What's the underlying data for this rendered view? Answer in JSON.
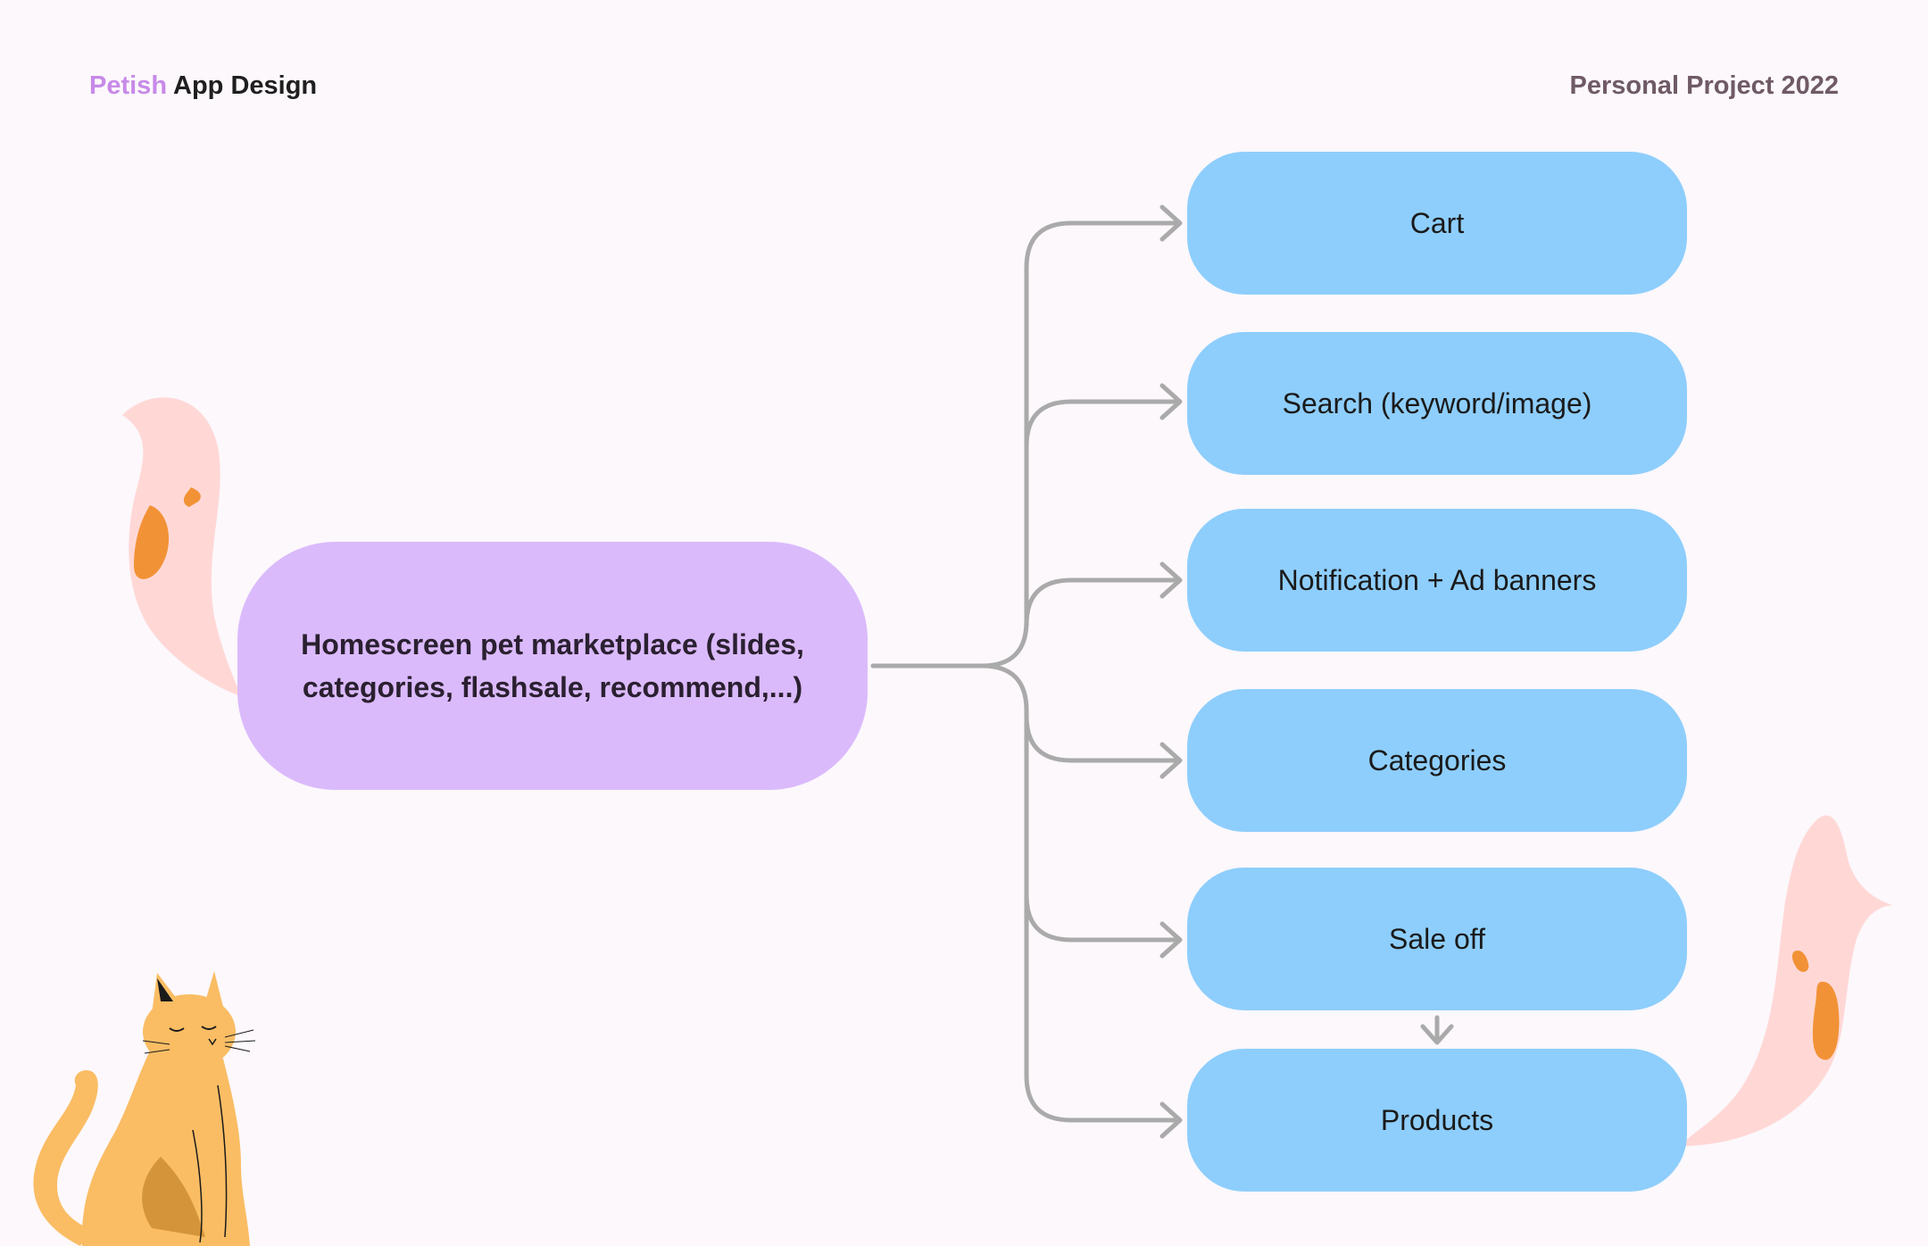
{
  "header": {
    "brand": "Petish",
    "title_rest": " App Design",
    "project": "Personal Project 2022"
  },
  "diagram": {
    "root": "Homescreen pet marketplace (slides, categories, flashsale, recommend,...)",
    "branches": [
      "Cart",
      "Search (keyword/image)",
      "Notification + Ad banners",
      "Categories",
      "Sale off",
      "Products"
    ],
    "edges": [
      [
        "root",
        "Cart"
      ],
      [
        "root",
        "Search (keyword/image)"
      ],
      [
        "root",
        "Notification + Ad banners"
      ],
      [
        "root",
        "Categories"
      ],
      [
        "root",
        "Sale off"
      ],
      [
        "root",
        "Products"
      ],
      [
        "Sale off",
        "Products"
      ]
    ]
  },
  "colors": {
    "background": "#fcf8fc",
    "brand": "#c78ae8",
    "root_node": "#dbbafc",
    "branch_node": "#8ecefc",
    "connector": "#aaaaaa",
    "cat_body": "#fabd64",
    "tail_pink": "#ffd8d6",
    "tail_spot": "#f29236"
  },
  "decorations": [
    "pink-tail-left",
    "pink-tail-right",
    "orange-cat"
  ]
}
